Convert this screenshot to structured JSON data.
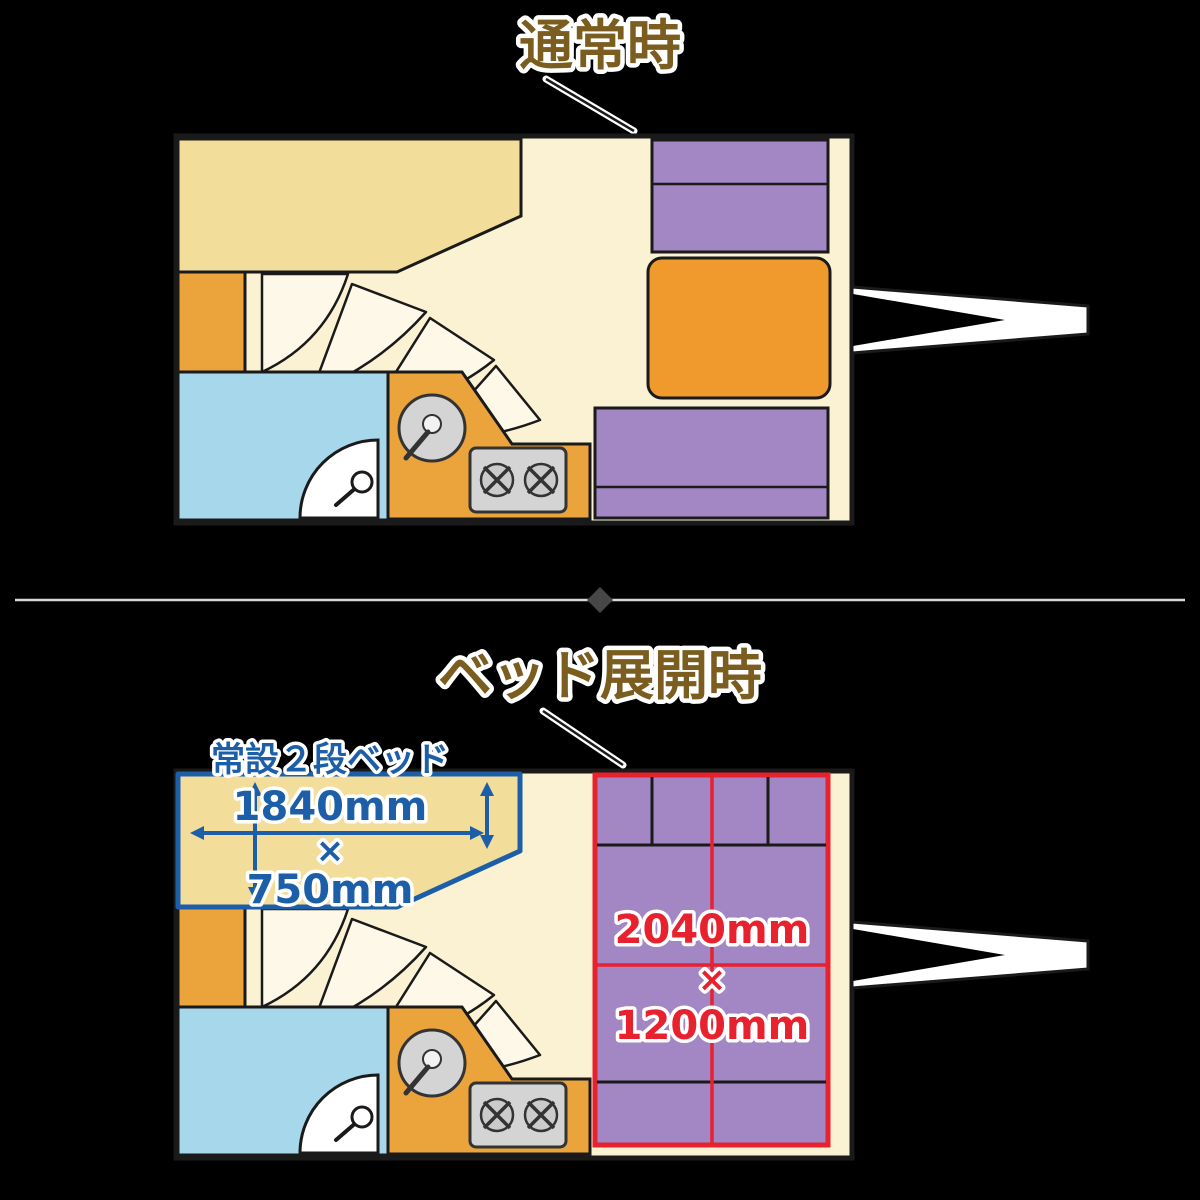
{
  "normal_view": {
    "title": "通常時"
  },
  "bed_view": {
    "title": "ベッド展開時",
    "bunk_bed": {
      "label": "常設２段ベッド",
      "length": "1840mm",
      "times": "×",
      "width": "750mm"
    },
    "main_bed": {
      "length": "2040mm",
      "times": "×",
      "width": "1200mm"
    }
  },
  "colors": {
    "title_brown": "#7B5D1F",
    "floor_cream": "#FBF2D3",
    "bunk_khaki": "#F3DD9B",
    "cabinet_orange": "#EBA33C",
    "table_orange": "#F0992D",
    "bench_purple": "#A287C4",
    "shower_blue": "#A6D7EA",
    "annotation_blue": "#1C5FA8",
    "annotation_red": "#E8212F"
  }
}
